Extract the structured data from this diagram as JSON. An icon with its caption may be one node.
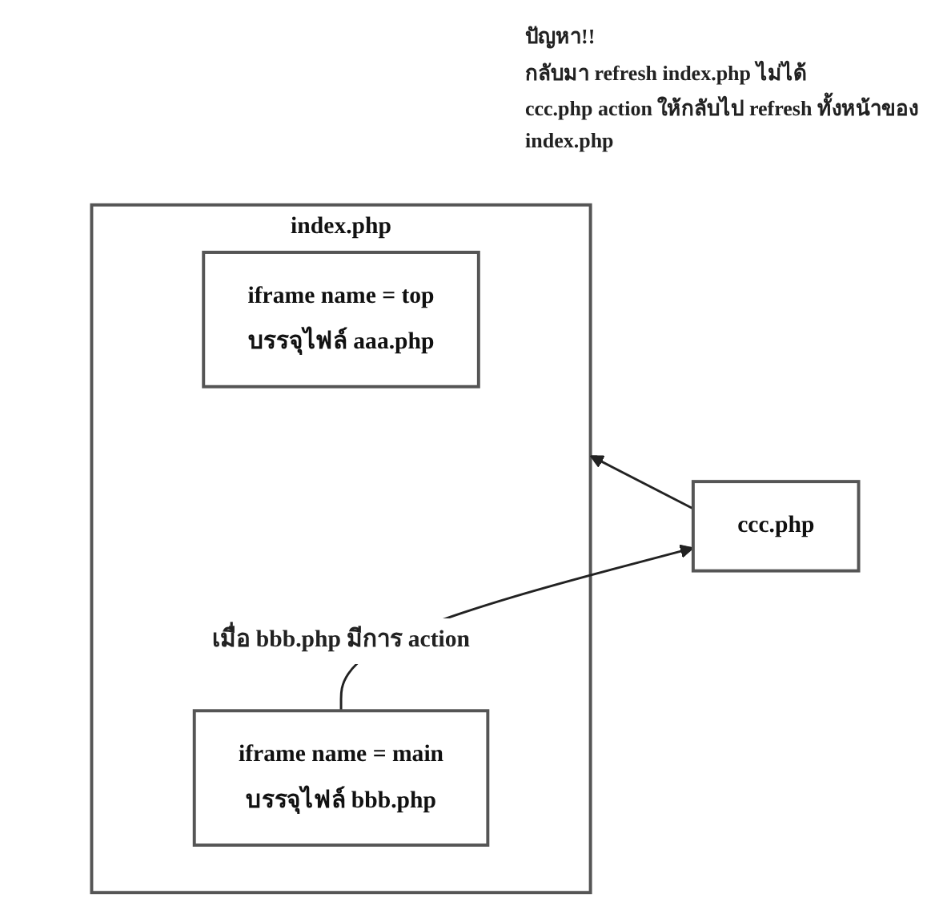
{
  "diagram": {
    "nodes": [
      {
        "text": [
          "index.php"
        ]
      },
      {
        "text": [
          "iframe name = top",
          "บรรจุไฟล์ aaa.php"
        ],
        "in": 0
      },
      {
        "text": [
          "iframe name = main",
          "บรรจุไฟล์ bbb.php"
        ],
        "in": 0
      },
      {
        "text": [
          "ccc.php"
        ]
      }
    ],
    "edges": [
      {
        "from": 2,
        "to": 3,
        "arrow": "to",
        "label": "เมื่อ bbb.php มีการ action"
      },
      {
        "from": 3,
        "to": 0,
        "arrow": "to"
      }
    ],
    "labels": [
      "ปัญหา!!",
      "กลับมา refresh index.php ไม่ได้",
      "ccc.php action ให้กลับไป refresh ทั้งหน้าของ index.php"
    ]
  }
}
